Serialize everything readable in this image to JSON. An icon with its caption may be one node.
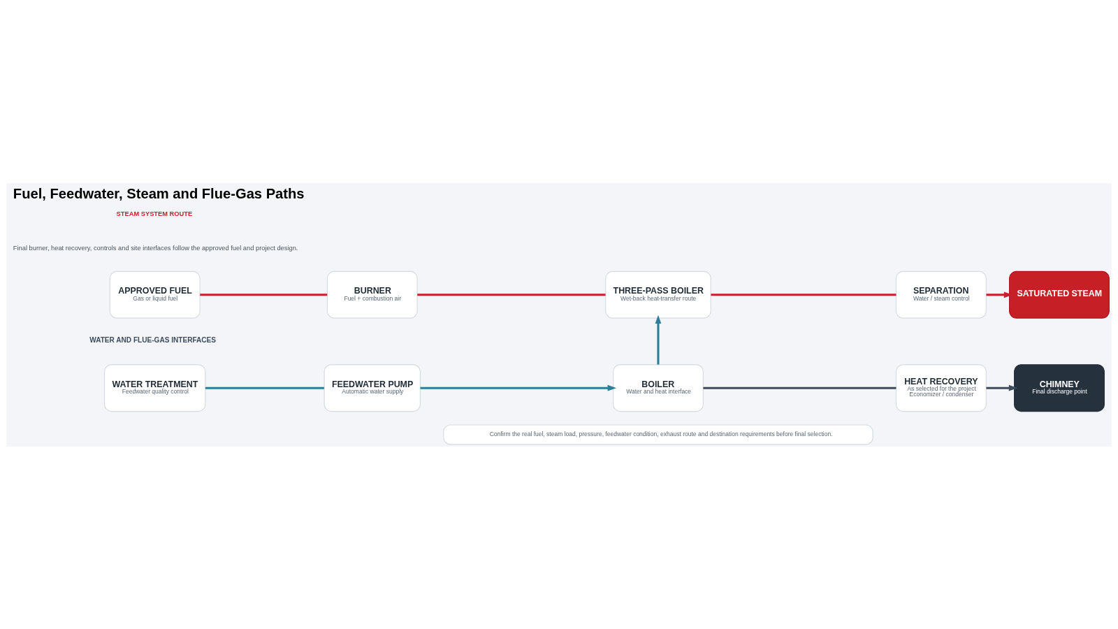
{
  "diagram": {
    "title": "Fuel, Feedwater, Steam and Flue-Gas Paths",
    "nodes": [
      {
        "text": [
          "APPROVED FUEL",
          "Gas or liquid fuel"
        ]
      },
      {
        "text": [
          "BURNER",
          "Fuel + combustion air"
        ]
      },
      {
        "text": [
          "THREE-PASS BOILER",
          "Wet-back heat-transfer route"
        ]
      },
      {
        "text": [
          "SEPARATION",
          "Water / steam control"
        ]
      },
      {
        "text": [
          "SATURATED STEAM"
        ]
      },
      {
        "text": [
          "WATER TREATMENT",
          "Feedwater quality control"
        ]
      },
      {
        "text": [
          "FEEDWATER PUMP",
          "Automatic water supply"
        ]
      },
      {
        "text": [
          "BOILER",
          "Water and heat interface"
        ]
      },
      {
        "text": [
          "HEAT RECOVERY",
          "As selected for the project",
          "Economizer / condenser"
        ]
      },
      {
        "text": [
          "CHIMNEY",
          "Final discharge point"
        ]
      },
      {
        "text": [
          "Confirm the real fuel, steam load, pressure, feedwater condition, exhaust route and destination requirements before final selection."
        ]
      }
    ],
    "edges": [
      {
        "from": 0,
        "to": 1,
        "arrow": "none",
        "color": "#c8202a"
      },
      {
        "from": 1,
        "to": 2,
        "arrow": "none",
        "color": "#c8202a"
      },
      {
        "from": 2,
        "to": 3,
        "arrow": "none",
        "color": "#c8202a"
      },
      {
        "from": 3,
        "to": 4,
        "arrow": "to",
        "color": "#c8202a"
      },
      {
        "from": 5,
        "to": 6,
        "arrow": "none",
        "color": "#2e7d9a"
      },
      {
        "from": 6,
        "to": 7,
        "arrow": "to",
        "color": "#2e7d9a"
      },
      {
        "from": 7,
        "to": 2,
        "arrow": "to",
        "color": "#2e7d9a"
      },
      {
        "from": 7,
        "to": 8,
        "arrow": "none",
        "color": "#3d4b5c"
      },
      {
        "from": 8,
        "to": 9,
        "arrow": "to",
        "color": "#3d4b5c"
      }
    ],
    "labels": [
      "STEAM SYSTEM ROUTE",
      "Final burner, heat recovery, controls and site interfaces follow the approved fuel and project design.",
      "WATER AND FLUE-GAS INTERFACES"
    ]
  }
}
